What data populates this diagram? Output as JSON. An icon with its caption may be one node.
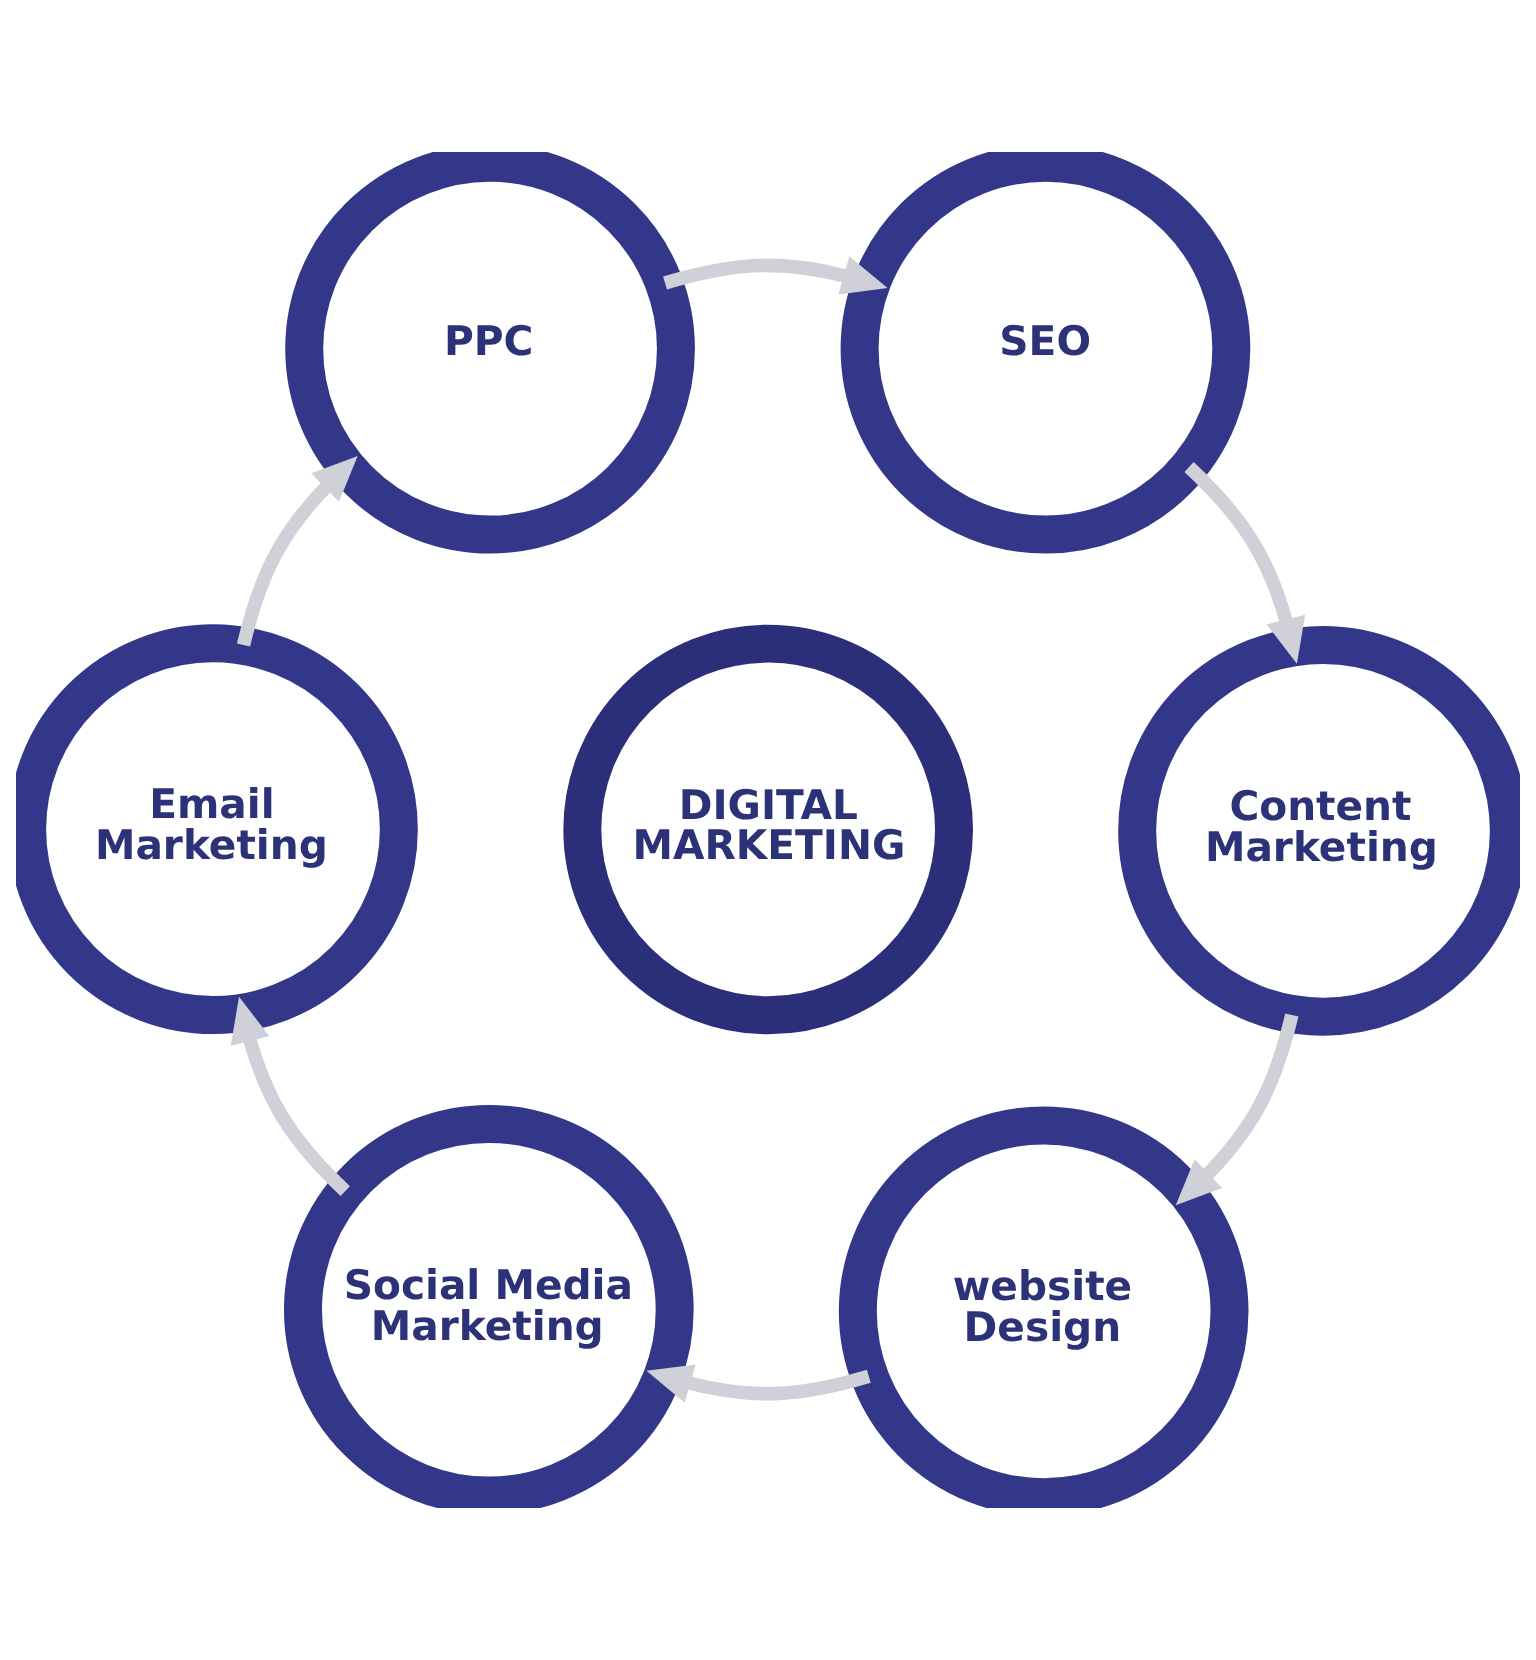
{
  "diagram": {
    "nodes": [
      {
        "text": [
          "PPC"
        ]
      },
      {
        "text": [
          "SEO"
        ]
      },
      {
        "text": [
          "Email Marketing"
        ]
      },
      {
        "text": [
          "DIGITAL MARKETING"
        ]
      },
      {
        "text": [
          "Content Marketing"
        ]
      },
      {
        "text": [
          "Social Media Marketing"
        ]
      },
      {
        "text": [
          "website Design"
        ]
      }
    ],
    "edges": [
      {
        "from": 0,
        "to": 1,
        "arrow": "to"
      },
      {
        "from": 1,
        "to": 4,
        "arrow": "to"
      },
      {
        "from": 4,
        "to": 6,
        "arrow": "to"
      },
      {
        "from": 6,
        "to": 5,
        "arrow": "to"
      },
      {
        "from": 5,
        "to": 2,
        "arrow": "to"
      },
      {
        "from": 2,
        "to": 0,
        "arrow": "to"
      }
    ]
  }
}
